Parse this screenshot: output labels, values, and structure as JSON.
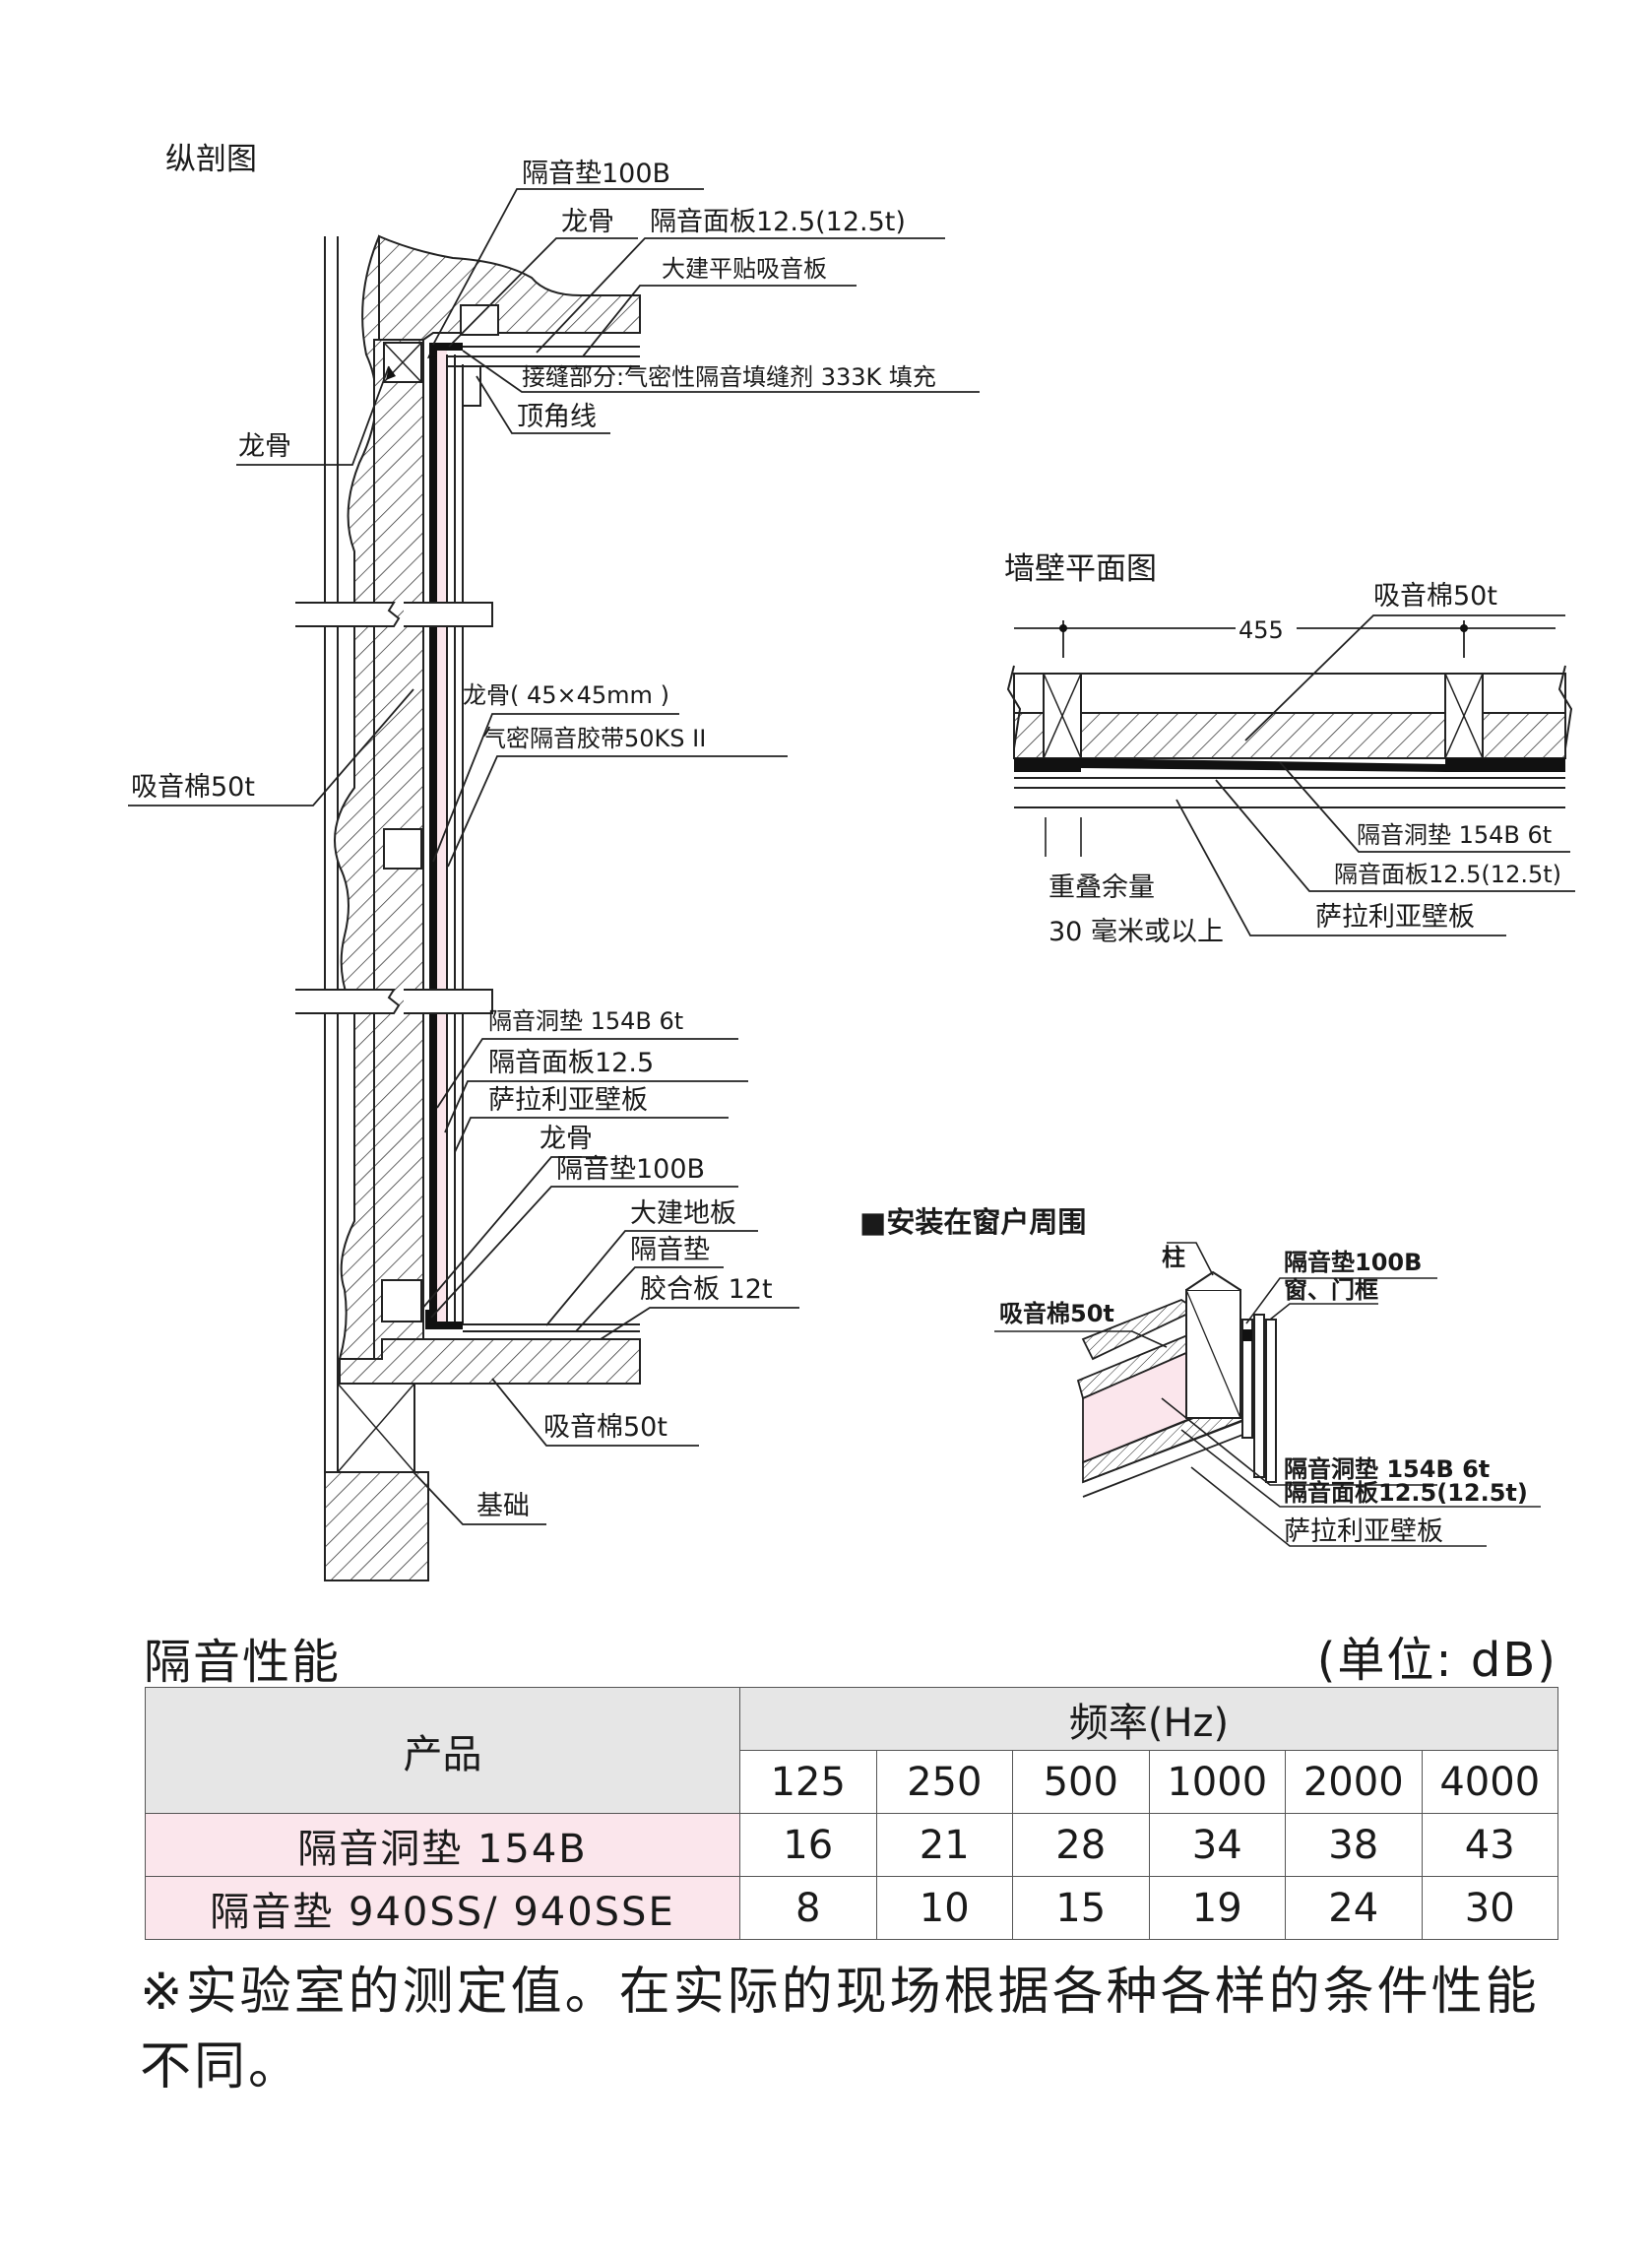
{
  "section_view": {
    "title": "纵剖图",
    "labels": {
      "pad_top": "隔音垫100B",
      "stud_top": "龙骨",
      "panel_top": "隔音面板12.5(12.5t)",
      "ceiling_board": "大建平贴吸音板",
      "joint": "接缝部分:气密性隔音填缝剂 333K 填充",
      "stud_left": "龙骨",
      "crown": "顶角线",
      "stud_size": "龙骨( 45×45mm )",
      "tape": "气密隔音胶带50KS II",
      "wool_left": "吸音棉50t",
      "hole_pad": "隔音洞垫 154B 6t",
      "panel_mid": "隔音面板12.5",
      "salaria": "萨拉利亚壁板",
      "stud_bottom": "龙骨",
      "pad_bottom": "隔音垫100B",
      "floor": "大建地板",
      "floor_pad": "隔音垫",
      "plywood": "胶合板 12t",
      "wool_bottom": "吸音棉50t",
      "foundation": "基础"
    }
  },
  "plan_view": {
    "title": "墙壁平面图",
    "dimension": "455",
    "labels": {
      "wool": "吸音棉50t",
      "hole_pad": "隔音洞垫 154B 6t",
      "panel": "隔音面板12.5(12.5t)",
      "overlap_1": "重叠余量",
      "overlap_2": "30 毫米或以上",
      "salaria": "萨拉利亚壁板"
    }
  },
  "window_view": {
    "title": "■安装在窗户周围",
    "labels": {
      "column": "柱",
      "pad": "隔音垫100B",
      "frame": "窗、门框",
      "wool": "吸音棉50t",
      "hole_pad": "隔音洞垫 154B 6t",
      "panel": "隔音面板12.5(12.5t)",
      "salaria": "萨拉利亚壁板"
    }
  },
  "performance": {
    "title": "隔音性能",
    "unit": "(单位: dB)",
    "header_product": "产品",
    "header_freq": "频率(Hz)",
    "frequencies": [
      "125",
      "250",
      "500",
      "1000",
      "2000",
      "4000"
    ],
    "rows": [
      {
        "product": "隔音洞垫 154B",
        "values": [
          "16",
          "21",
          "28",
          "34",
          "38",
          "43"
        ]
      },
      {
        "product": "隔音垫 940SS/ 940SSE",
        "values": [
          "8",
          "10",
          "15",
          "19",
          "24",
          "30"
        ]
      }
    ]
  },
  "note": "※实验室的测定值。在实际的现场根据各种各样的条件性能不同。",
  "colors": {
    "pink": "#fbe6ec",
    "header_gray": "#e6e6e6",
    "line": "#1a1a1a"
  }
}
